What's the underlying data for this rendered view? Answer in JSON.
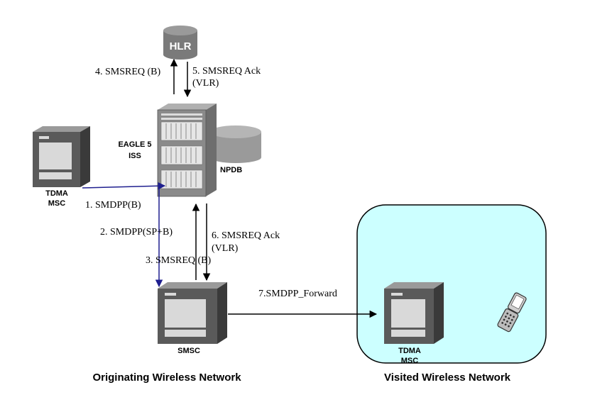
{
  "colors": {
    "navy_arrow": "#1f1f8f",
    "visited_fill": "#ccffff",
    "device_dark": "#4a4a4a",
    "device_mid": "#7a7a7a",
    "screen": "#d9d9d9"
  },
  "nodes": {
    "hlr": "HLR",
    "eagle_line1": "EAGLE 5",
    "eagle_line2": "ISS",
    "npdb": "NPDB",
    "tdma_left_line1": "TDMA",
    "tdma_left_line2": "MSC",
    "smsc": "SMSC",
    "tdma_right_line1": "TDMA",
    "tdma_right_line2": "MSC"
  },
  "messages": {
    "m4": "4. SMSREQ (B)",
    "m5_line1": "5. SMSREQ Ack",
    "m5_line2": "(VLR)",
    "m1": "1. SMDPP(B)",
    "m2": "2. SMDPP(SP+B)",
    "m6_line1": "6. SMSREQ Ack",
    "m6_line2": "(VLR)",
    "m3": "3. SMSREQ (B)",
    "m7": "7.SMDPP_Forward"
  },
  "networks": {
    "originating": "Originating Wireless Network",
    "visited": "Visited Wireless Network"
  },
  "icons": [
    "database-icon",
    "server-rack-icon",
    "msc-icon",
    "mobile-phone-icon"
  ]
}
